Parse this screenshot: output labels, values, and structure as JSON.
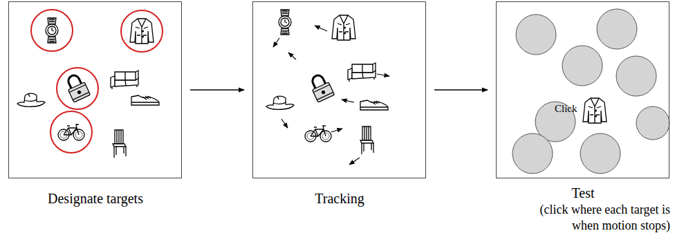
{
  "diagram": {
    "nodes": [
      {
        "text": [
          "Designate targets"
        ]
      },
      {
        "text": [
          "Tracking"
        ]
      },
      {
        "text": [
          "Test",
          "(click where each target is when motion stops)"
        ]
      }
    ],
    "edges": [
      {
        "from": 0,
        "to": 1,
        "arrow": "to"
      },
      {
        "from": 1,
        "to": 2,
        "arrow": "to"
      }
    ],
    "labels": [
      "Click"
    ]
  }
}
